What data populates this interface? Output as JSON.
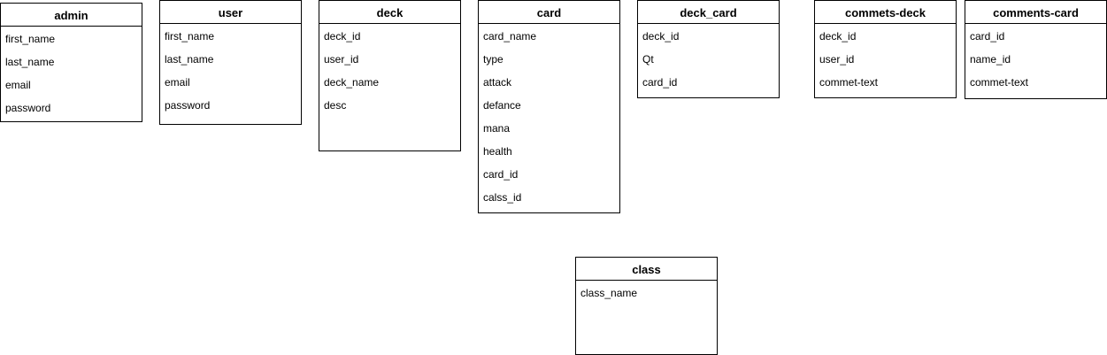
{
  "diagram": {
    "tables": [
      {
        "id": "admin",
        "name": "admin",
        "fields": [
          "first_name",
          "last_name",
          "email",
          "password"
        ]
      },
      {
        "id": "user",
        "name": "user",
        "fields": [
          "first_name",
          "last_name",
          "email",
          "password"
        ]
      },
      {
        "id": "deck",
        "name": "deck",
        "fields": [
          "deck_id",
          "user_id",
          "deck_name",
          "desc"
        ]
      },
      {
        "id": "card",
        "name": "card",
        "fields": [
          "card_name",
          "type",
          "attack",
          "defance",
          "mana",
          "health",
          "card_id",
          "calss_id"
        ]
      },
      {
        "id": "deck_card",
        "name": "deck_card",
        "fields": [
          "deck_id",
          "Qt",
          "card_id"
        ]
      },
      {
        "id": "commets-deck",
        "name": "commets-deck",
        "fields": [
          "deck_id",
          "user_id",
          "commet-text"
        ]
      },
      {
        "id": "comments-card",
        "name": "comments-card",
        "fields": [
          "card_id",
          "name_id",
          "commet-text"
        ]
      },
      {
        "id": "class",
        "name": "class",
        "fields": [
          "class_name"
        ]
      }
    ]
  }
}
